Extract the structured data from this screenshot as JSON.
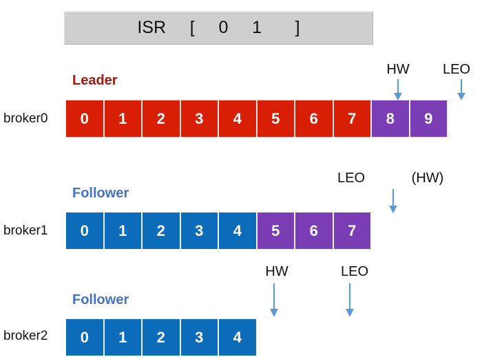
{
  "header": {
    "isr_label": "ISR     [     0     1       ]",
    "box_color": "#cfcfcf"
  },
  "colors": {
    "committed_leader": "#d81f06",
    "uncommitted": "#7a3db3",
    "follower": "#0c6cba",
    "arrow": "#5b9bd5",
    "leader_text": "#a01a10",
    "follower_text": "#4472c4"
  },
  "rows": [
    {
      "broker_label": "broker0",
      "role_label": "Leader",
      "cells": [
        {
          "value": "0",
          "state": "red"
        },
        {
          "value": "1",
          "state": "red"
        },
        {
          "value": "2",
          "state": "red"
        },
        {
          "value": "3",
          "state": "red"
        },
        {
          "value": "4",
          "state": "red"
        },
        {
          "value": "5",
          "state": "red"
        },
        {
          "value": "6",
          "state": "red"
        },
        {
          "value": "7",
          "state": "red"
        },
        {
          "value": "8",
          "state": "purple"
        },
        {
          "value": "9",
          "state": "purple"
        }
      ],
      "markers": [
        {
          "label": "HW",
          "has_arrow": true
        },
        {
          "label": "LEO",
          "has_arrow": true
        }
      ]
    },
    {
      "broker_label": "broker1",
      "role_label": "Follower",
      "cells": [
        {
          "value": "0",
          "state": "blue"
        },
        {
          "value": "1",
          "state": "blue"
        },
        {
          "value": "2",
          "state": "blue"
        },
        {
          "value": "3",
          "state": "blue"
        },
        {
          "value": "4",
          "state": "blue"
        },
        {
          "value": "5",
          "state": "purple"
        },
        {
          "value": "6",
          "state": "purple"
        },
        {
          "value": "7",
          "state": "purple"
        }
      ],
      "markers": [
        {
          "label": "LEO",
          "has_arrow": true
        },
        {
          "label": "(HW)",
          "has_arrow": false
        }
      ]
    },
    {
      "broker_label": "broker2",
      "role_label": "Follower",
      "cells": [
        {
          "value": "0",
          "state": "blue"
        },
        {
          "value": "1",
          "state": "blue"
        },
        {
          "value": "2",
          "state": "blue"
        },
        {
          "value": "3",
          "state": "blue"
        },
        {
          "value": "4",
          "state": "blue"
        }
      ],
      "markers": [
        {
          "label": "HW",
          "has_arrow": true
        },
        {
          "label": "LEO",
          "has_arrow": true
        }
      ]
    }
  ]
}
